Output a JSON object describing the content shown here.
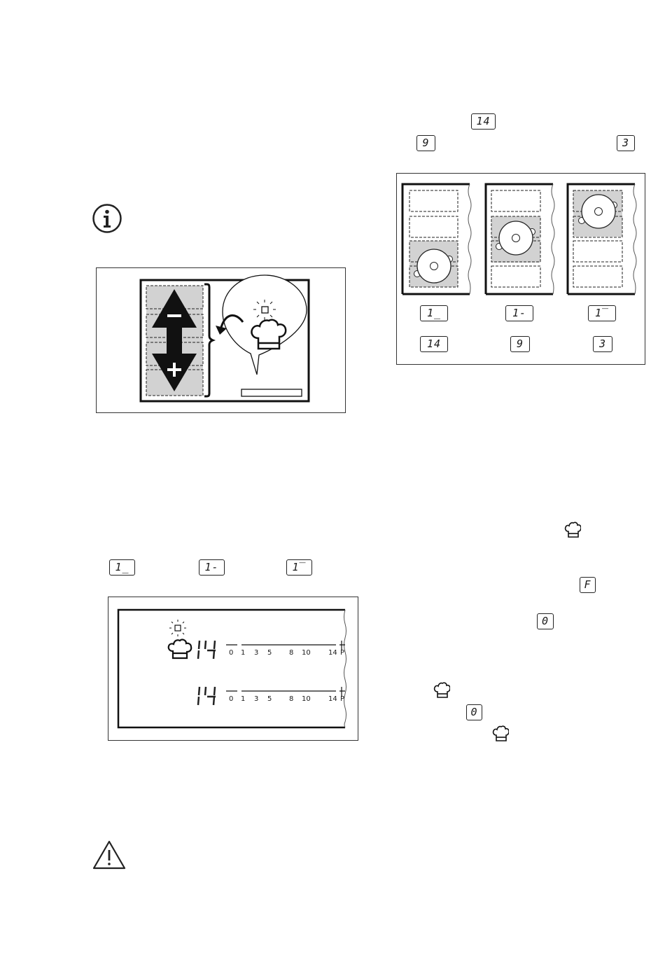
{
  "top_right": {
    "badge_14": "14",
    "badge_9": "9",
    "badge_3": "3"
  },
  "pan_figure": {
    "columns": [
      {
        "level_label": "1_",
        "power": "14"
      },
      {
        "level_label": "1-",
        "power": "9"
      },
      {
        "level_label": "1‾",
        "power": "3"
      }
    ]
  },
  "left_badges": {
    "b1": "1_",
    "b2": "1-",
    "b3": "1‾"
  },
  "display_figure": {
    "row1_value": "14",
    "row2_value": "14",
    "scale_labels": [
      "0",
      "1",
      "3",
      "5",
      "8",
      "10",
      "14",
      "P"
    ]
  },
  "right_badges": {
    "f": "F",
    "zero1": "0",
    "zero2": "0"
  },
  "icons": {
    "info": "info-icon",
    "warning": "warning-icon",
    "chef": "chef-hat-icon"
  }
}
